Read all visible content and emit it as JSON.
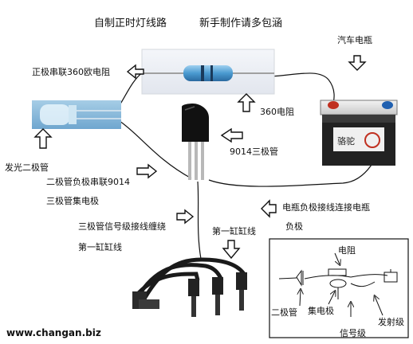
{
  "title_left": "自制正时灯线路",
  "title_right": "新手制作请多包涵",
  "battery_label": "汽车电瓶",
  "resistor_label": "正极串联360欧电阻",
  "resistor_value_label": "360电阻",
  "transistor_label": "9014三极管",
  "led_label": "发光二极管",
  "collector_note_line1": "二极管负极串联9014",
  "collector_note_line2": "三极管集电极",
  "signal_note_line1": "三极管信号级接线缠绕",
  "signal_note_line2": "第一缸缸线",
  "cyl1_label": "第一缸缸线",
  "battery_neg_line1": "电瓶负极接线连接电瓶",
  "battery_neg_line2": "负极",
  "battery_brand": "骆驼",
  "inset": {
    "resistor": "电阻",
    "diode": "二极管",
    "collector": "集电极",
    "signal": "信号级",
    "emitter": "发射级"
  },
  "watermark": "www.changan.biz"
}
